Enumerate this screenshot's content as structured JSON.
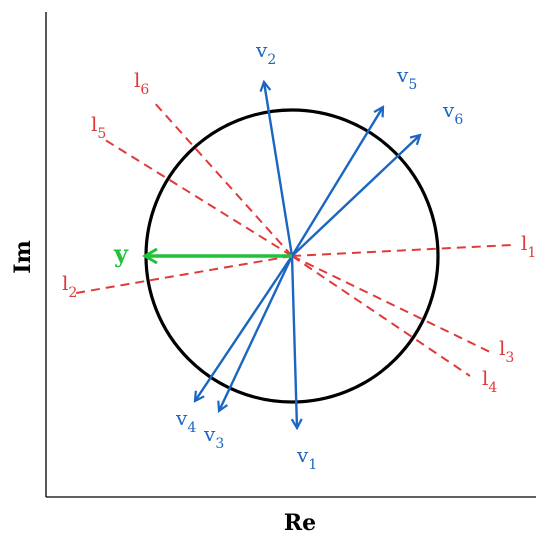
{
  "axes": {
    "x_label": "Re",
    "y_label": "Im"
  },
  "colors": {
    "axes": "#000000",
    "circle": "#000000",
    "vectors": "#1a66c2",
    "lines": "#e03a3a",
    "target": "#22c13a"
  },
  "target_vector": {
    "label": "y"
  },
  "vectors": [
    {
      "letter": "v",
      "sub": "1"
    },
    {
      "letter": "v",
      "sub": "2"
    },
    {
      "letter": "v",
      "sub": "3"
    },
    {
      "letter": "v",
      "sub": "4"
    },
    {
      "letter": "v",
      "sub": "5"
    },
    {
      "letter": "v",
      "sub": "6"
    }
  ],
  "lines": [
    {
      "letter": "l",
      "sub": "1"
    },
    {
      "letter": "l",
      "sub": "2"
    },
    {
      "letter": "l",
      "sub": "3"
    },
    {
      "letter": "l",
      "sub": "4"
    },
    {
      "letter": "l",
      "sub": "5"
    },
    {
      "letter": "l",
      "sub": "6"
    }
  ]
}
